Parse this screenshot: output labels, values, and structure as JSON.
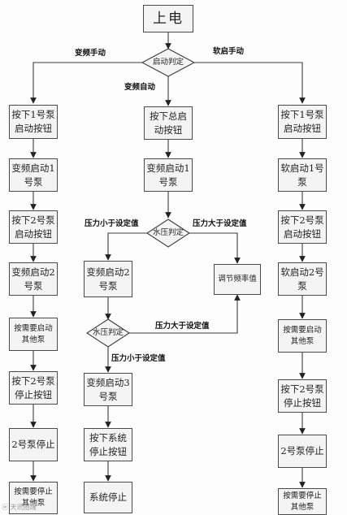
{
  "nodes": {
    "power_on": "上电",
    "start_decision": "启动判定",
    "left_btn1": "按下1号泵\n启动按钮",
    "left_vfd1": "变频启动1\n号泵",
    "left_btn2": "按下2号泵\n启动按钮",
    "left_vfd2": "变频启动2\n号泵",
    "left_others": "按需要启动\n其他泵",
    "left_stop2_btn": "按下2号泵\n停止按钮",
    "left_stop2": "2号泵停止",
    "left_stop_others": "按需要停止\n其他泵",
    "mid_btn_main": "按下总启\n动按钮",
    "mid_vfd1": "变频启动1\n号泵",
    "pressure_decision_1": "水压判定",
    "mid_vfd2": "变频启动2\n号泵",
    "adjust_freq": "调节频率值",
    "pressure_decision_2": "水压判定",
    "mid_vfd3": "变频启动3\n号泵",
    "mid_sys_stop_btn": "按下系统\n停止按钮",
    "mid_sys_stop": "系统停止",
    "right_btn1": "按下1号泵\n启动按钮",
    "right_soft1": "软启动1号\n泵",
    "right_btn2": "按下2号泵\n启动按钮",
    "right_soft2": "软启动2号\n泵",
    "right_others": "按需要启动\n其他泵",
    "right_stop2_btn": "按下2号泵\n停止按钮",
    "right_stop2": "2号泵停止",
    "right_stop_others": "按需要停止\n其他泵"
  },
  "labels": {
    "vfd_manual": "变频手动",
    "soft_manual": "软启手动",
    "vfd_auto": "变频自动",
    "pressure_below_1": "压力小于设定值",
    "pressure_above_1": "压力大于设定值",
    "pressure_above_2": "压力大于设定值",
    "pressure_below_2": "压力小于设定值"
  },
  "watermark": "ⓦ 天讯图端",
  "colors": {
    "line": "#3a3a3a",
    "box_fill": "#f4f4f4",
    "box_border": "#4a4a4a"
  }
}
